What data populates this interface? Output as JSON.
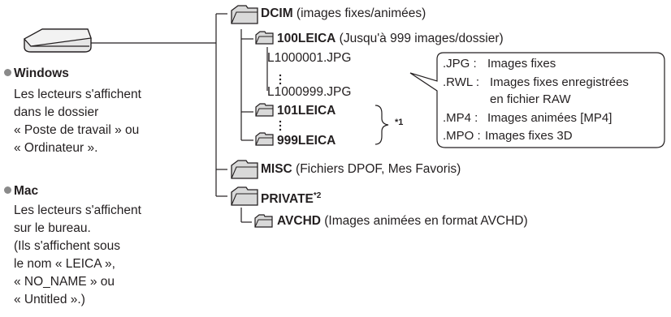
{
  "windows": {
    "heading": "Windows",
    "lines": [
      "Les lecteurs s'affichent",
      "dans le dossier",
      "« Poste de travail » ou",
      "« Ordinateur »."
    ]
  },
  "mac": {
    "heading": "Mac",
    "lines": [
      "Les lecteurs s'affichent",
      "sur le bureau.",
      "(Ils s'affichent sous",
      "le nom « LEICA »,",
      "« NO_NAME » ou",
      "« Untitled ».)"
    ]
  },
  "tree": {
    "dcim": {
      "name": "DCIM",
      "desc": " (images fixes/animées)"
    },
    "leica100": {
      "name": "100LEICA",
      "desc": " (Jusqu'à 999 images/dossier)"
    },
    "file_first": "L1000001.JPG",
    "file_last": "L1000999.JPG",
    "leica101": {
      "name": "101LEICA"
    },
    "leica999": {
      "name": "999LEICA"
    },
    "brace_note": "*1",
    "misc": {
      "name": "MISC",
      "desc": " (Fichiers DPOF, Mes Favoris)"
    },
    "private": {
      "name": "PRIVATE",
      "note": "*2"
    },
    "avchd": {
      "name": "AVCHD",
      "desc": " (Images animées en format AVCHD)"
    }
  },
  "callout": {
    "rows": [
      {
        "ext": ".JPG :",
        "desc": "Images fixes"
      },
      {
        "ext": ".RWL :",
        "desc": "Images fixes enregistrées"
      },
      {
        "ext": "",
        "desc": "en fichier RAW"
      },
      {
        "ext": ".MP4 :",
        "desc": "Images animées [MP4]"
      },
      {
        "ext": ".MPO :",
        "desc": "Images fixes 3D"
      }
    ]
  },
  "colors": {
    "line": "#231f20",
    "folder_fill": "#d9d9d9",
    "drive_fill": "#e6e6e6",
    "bullet": "#8a8a8a"
  }
}
